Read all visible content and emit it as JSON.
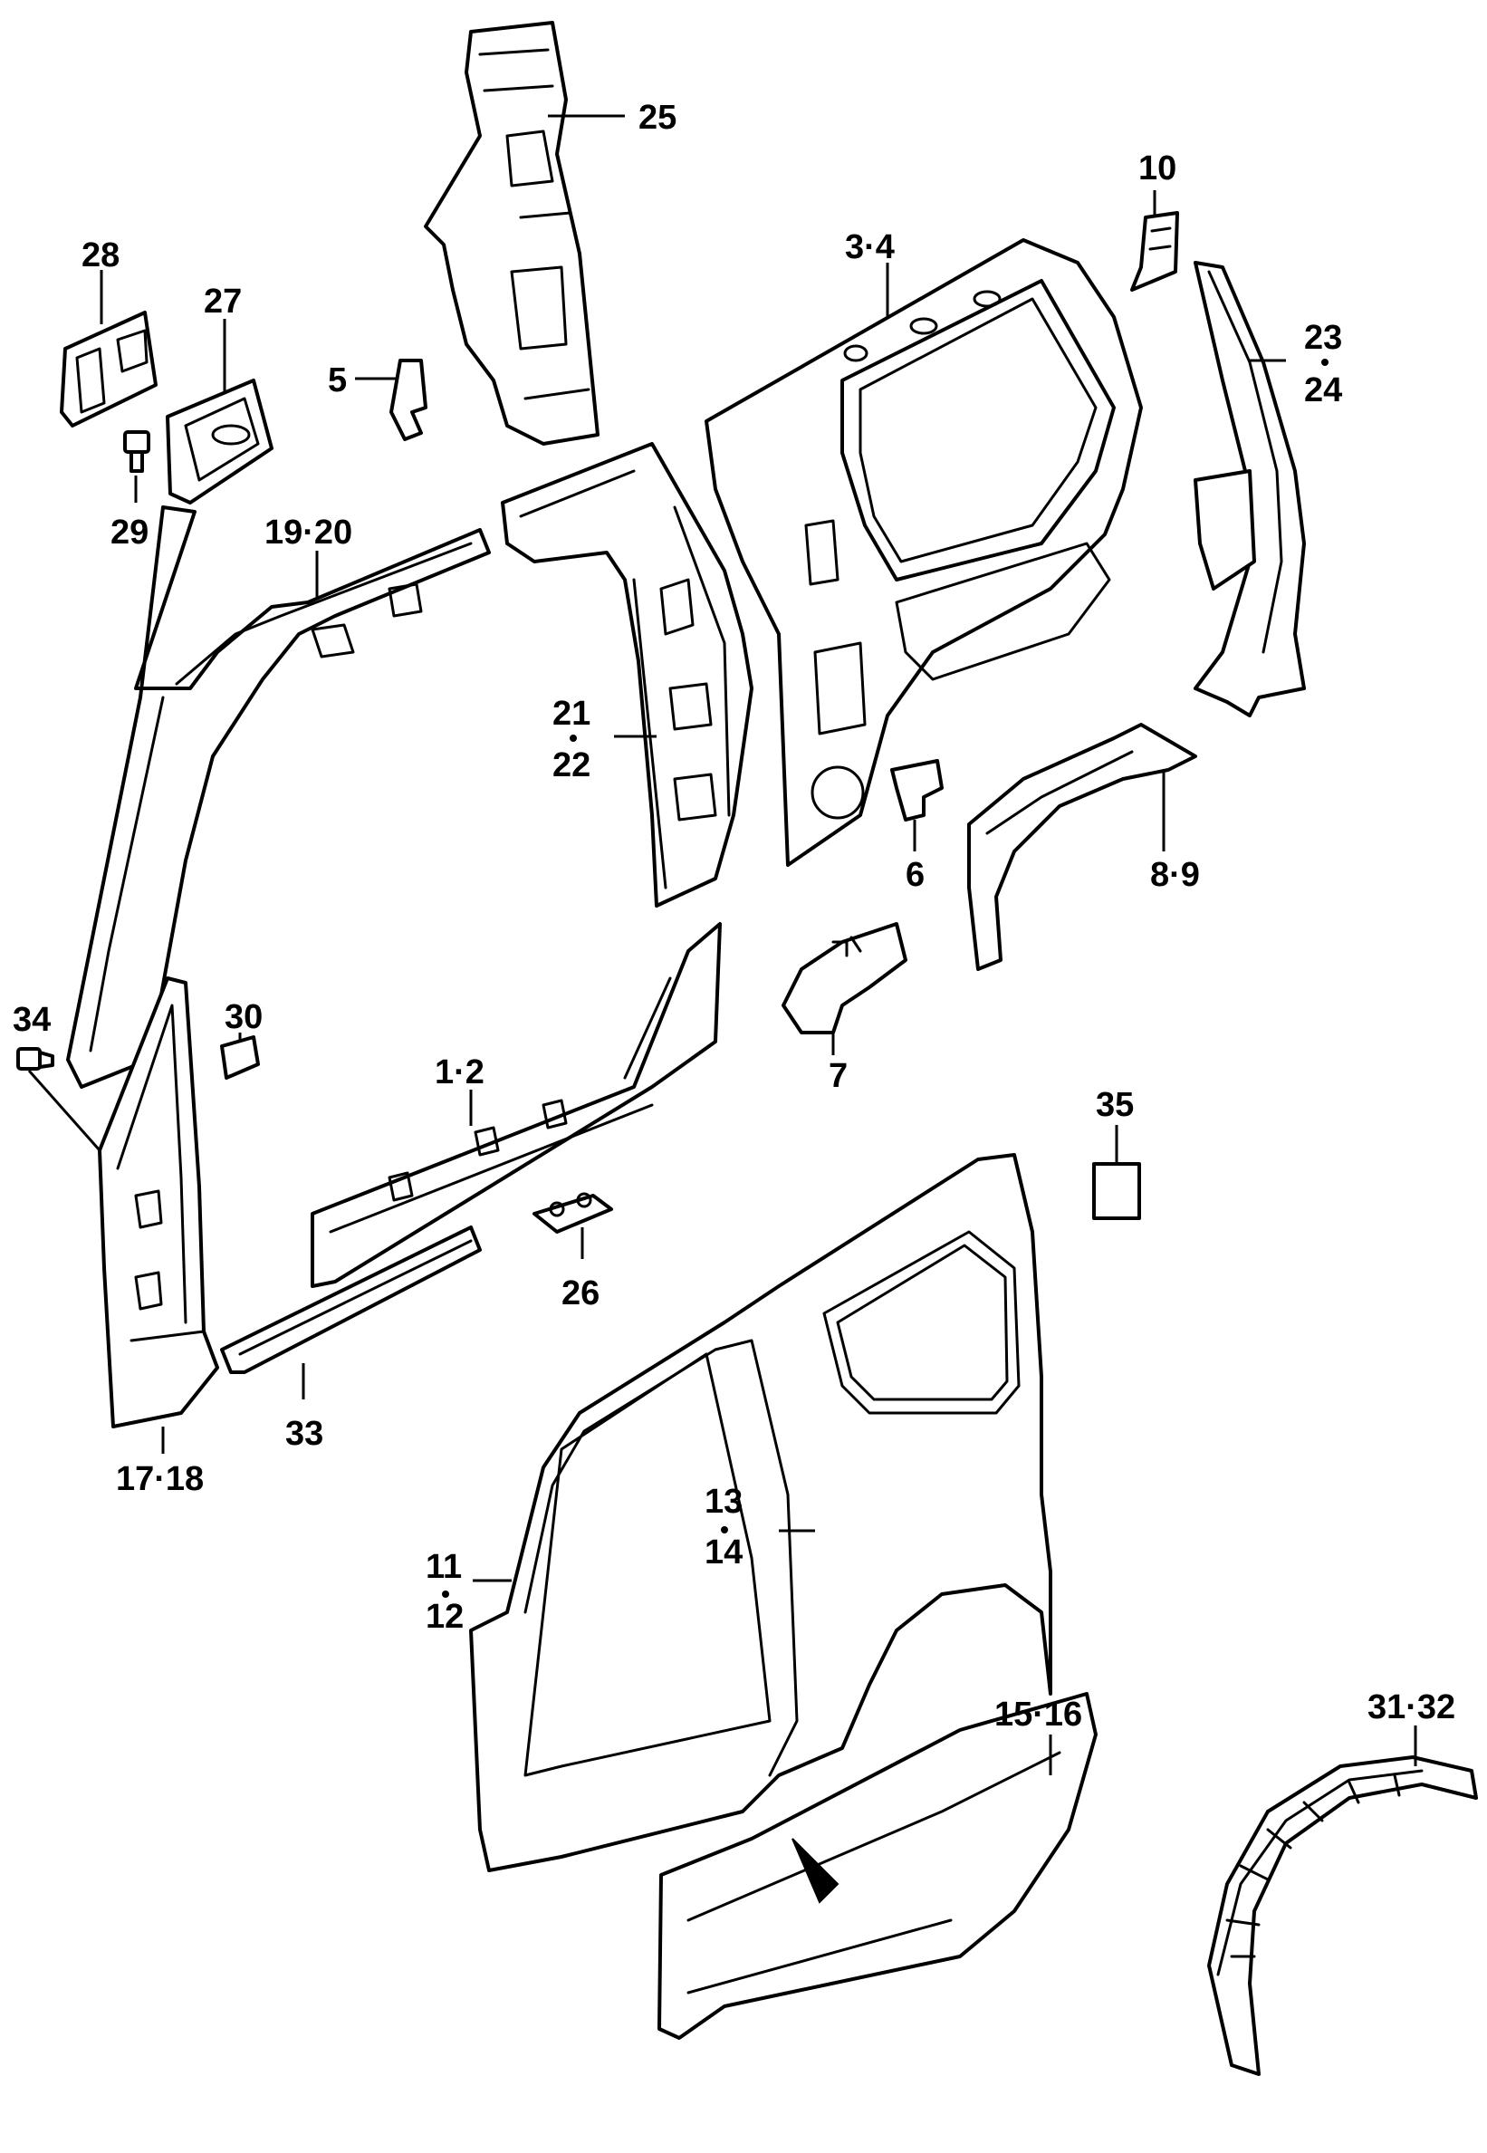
{
  "labels": {
    "p1_2": "1·2",
    "p3_4": "3·4",
    "p5": "5",
    "p6": "6",
    "p7": "7",
    "p8_9": "8·9",
    "p10": "10",
    "p11": "11",
    "p12": "12",
    "p13": "13",
    "p14": "14",
    "p15_16": "15·16",
    "p17_18": "17·18",
    "p19_20": "19·20",
    "p21": "21",
    "p22": "22",
    "p23": "23",
    "p24": "24",
    "p25": "25",
    "p26": "26",
    "p27": "27",
    "p28": "28",
    "p29": "29",
    "p30": "30",
    "p31_32": "31·32",
    "p33": "33",
    "p34": "34",
    "p35": "35"
  }
}
